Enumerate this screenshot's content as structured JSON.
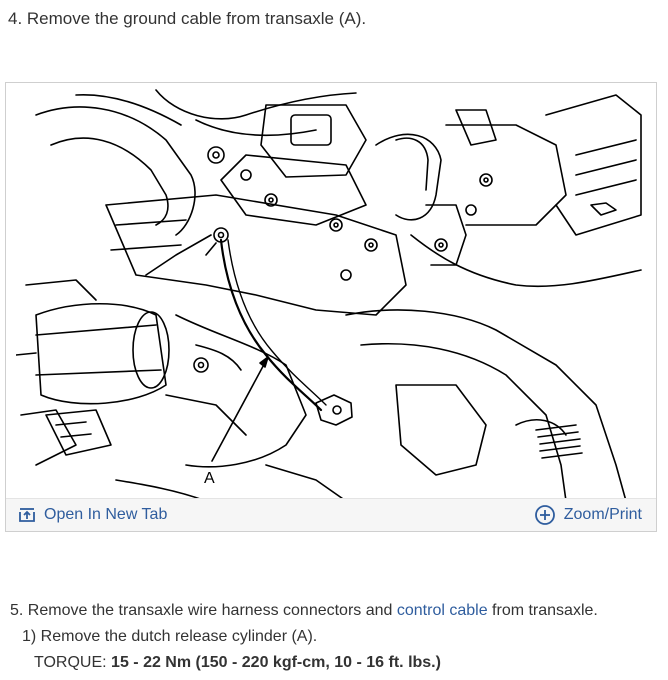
{
  "step4": {
    "text": "4. Remove the ground cable from transaxle (A)."
  },
  "figure": {
    "callout": "A",
    "open_tab_label": "Open In New Tab",
    "zoom_label": "Zoom/Print",
    "open_tab_icon": "open-new-tab-icon",
    "zoom_icon": "zoom-plus-icon"
  },
  "step5": {
    "prefix": "5. Remove the transaxle wire harness connectors and ",
    "link": "control cable",
    "suffix": " from transaxle.",
    "substep": "1) Remove the dutch release cylinder (A).",
    "torque_label": "TORQUE: ",
    "torque_value": "15 - 22 Nm (150 - 220 kgf-cm, 10 - 16 ft. lbs.)"
  },
  "colors": {
    "link": "#2f5d9e",
    "text": "#333333",
    "toolbar_bg": "#f6f6f6"
  }
}
